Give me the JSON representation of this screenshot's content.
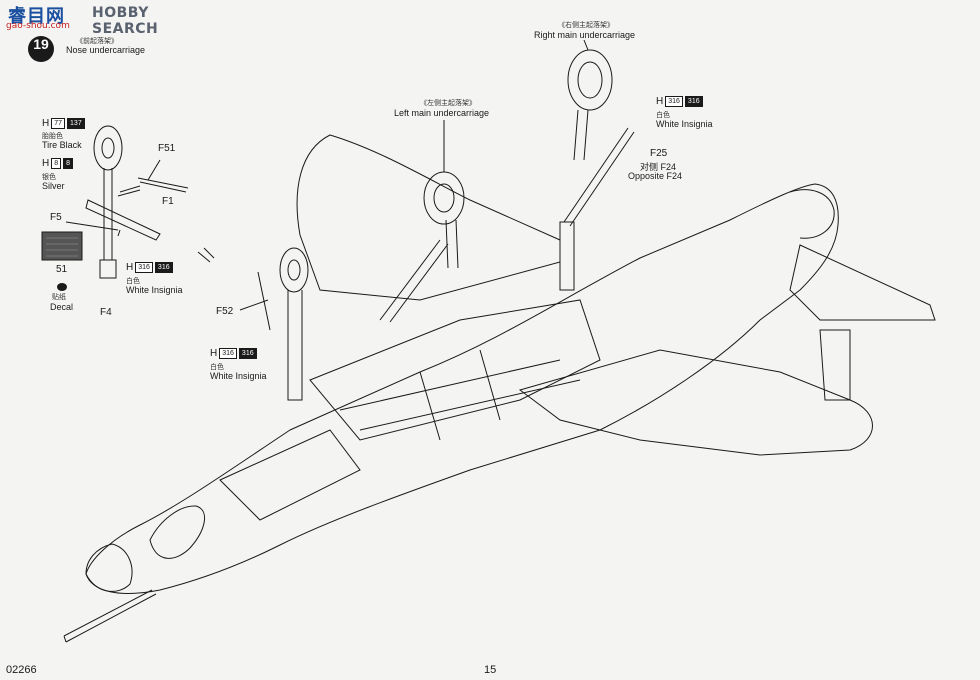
{
  "watermark": {
    "logo": "睿目网",
    "brand": "HOBBY SEARCH",
    "url": "gao-shou.com"
  },
  "step": {
    "number": "19",
    "title_cn": "《前起落架》",
    "title_en": "Nose undercarriage"
  },
  "right_main": {
    "title_cn": "《右侧主起落架》",
    "title_en": "Right main undercarriage"
  },
  "left_main": {
    "title_cn": "《左侧主起落架》",
    "title_en": "Left main undercarriage"
  },
  "paints": [
    {
      "letter": "H",
      "code1": "77",
      "code2": "137",
      "cn": "胎胎色",
      "en": "Tire Black"
    },
    {
      "letter": "H",
      "code1": "8",
      "code2": "8",
      "cn": "银色",
      "en": "Silver"
    },
    {
      "letter": "H",
      "code1": "316",
      "code2": "316",
      "cn": "白色",
      "en": "White Insignia"
    },
    {
      "letter": "H",
      "code1": "316",
      "code2": "316",
      "cn": "白色",
      "en": "White Insignia"
    },
    {
      "letter": "H",
      "code1": "316",
      "code2": "316",
      "cn": "白色",
      "en": "White Insignia"
    }
  ],
  "parts": {
    "f51": "F51",
    "f1": "F1",
    "f5": "F5",
    "f4": "F4",
    "f52": "F52",
    "f25": "F25",
    "opp_cn": "对侧 F24",
    "opp_en": "Opposite F24"
  },
  "decal": {
    "number": "51",
    "cn": "贴纸",
    "en": "Decal"
  },
  "footer": {
    "code": "02266",
    "page": "15"
  },
  "colors": {
    "line": "#1a1a1a",
    "paper": "#f4f4f2",
    "watermark_blue": "#1b4fa0"
  }
}
